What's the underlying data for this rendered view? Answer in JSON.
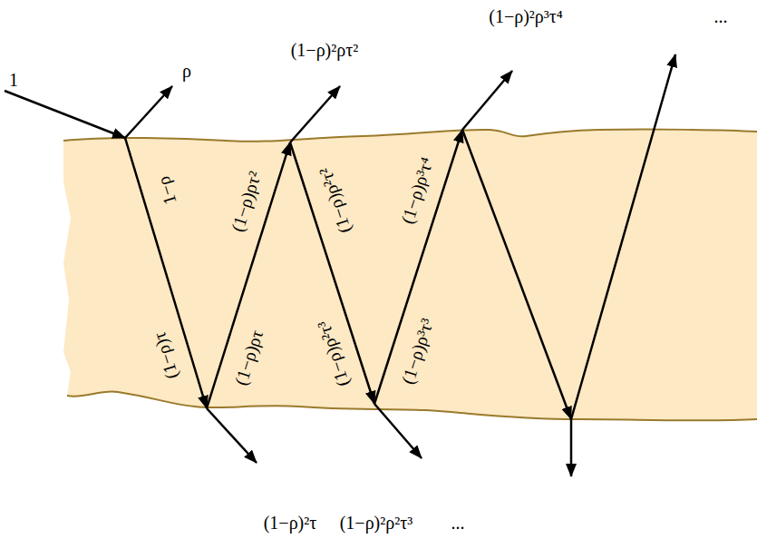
{
  "diagram": {
    "labels": [
      "1",
      "ρ",
      "(1−ρ)²ρτ²",
      "(1−ρ)²ρ³τ⁴",
      "...",
      "1−ρ",
      "(1−ρ)τ",
      "(1−ρ)ρτ",
      "(1−ρ)ρτ²",
      "(1−ρ)ρ²τ²",
      "(1−ρ)ρ²τ³",
      "(1−ρ)ρ³τ³",
      "(1−ρ)ρ³τ⁴",
      "(1−ρ)²τ",
      "(1−ρ)²ρ²τ³",
      "..."
    ]
  }
}
